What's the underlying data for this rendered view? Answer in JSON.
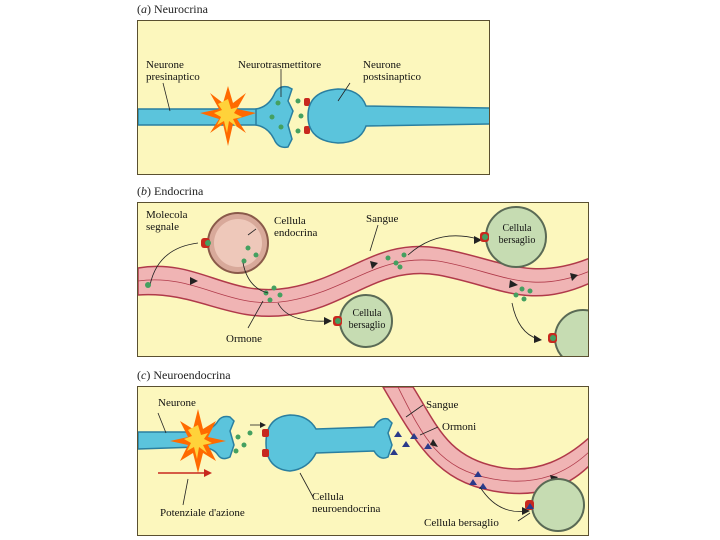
{
  "panels": [
    {
      "letter": "a",
      "title": "Neurocrina",
      "labels": {
        "presynaptic_1": "Neurone",
        "presynaptic_2": "presinaptico",
        "neurotransmitter": "Neurotrasmettitore",
        "postsynaptic_1": "Neurone",
        "postsynaptic_2": "postsinaptico"
      }
    },
    {
      "letter": "b",
      "title": "Endocrina",
      "labels": {
        "signal_molecule_1": "Molecola",
        "signal_molecule_2": "segnale",
        "endocrine_cell_1": "Cellula",
        "endocrine_cell_2": "endocrina",
        "blood": "Sangue",
        "target_top_1": "Cellula",
        "target_top_2": "bersaglio",
        "target_mid_1": "Cellula",
        "target_mid_2": "bersaglio",
        "hormone": "Ormone"
      }
    },
    {
      "letter": "c",
      "title": "Neuroendocrina",
      "labels": {
        "neuron": "Neurone",
        "blood": "Sangue",
        "hormones": "Ormoni",
        "action_potential": "Potenziale d'azione",
        "neuroendocrine_cell_1": "Cellula",
        "neuroendocrine_cell_2": "neuroendocrina",
        "target_cell": "Cellula bersaglio"
      }
    }
  ],
  "colors": {
    "panel_bg": "#fcf7bd",
    "neuron": "#5bc4dc",
    "neuron_dark": "#2a7fa0",
    "blood_vessel": "#f0b4b4",
    "blood_dark": "#b03a4a",
    "endocrine_cell": "#d8a99a",
    "target_cell": "#c6dcb2",
    "molecule": "#44a060",
    "receptor": "#c8281e",
    "flash": "#ff6a00"
  }
}
